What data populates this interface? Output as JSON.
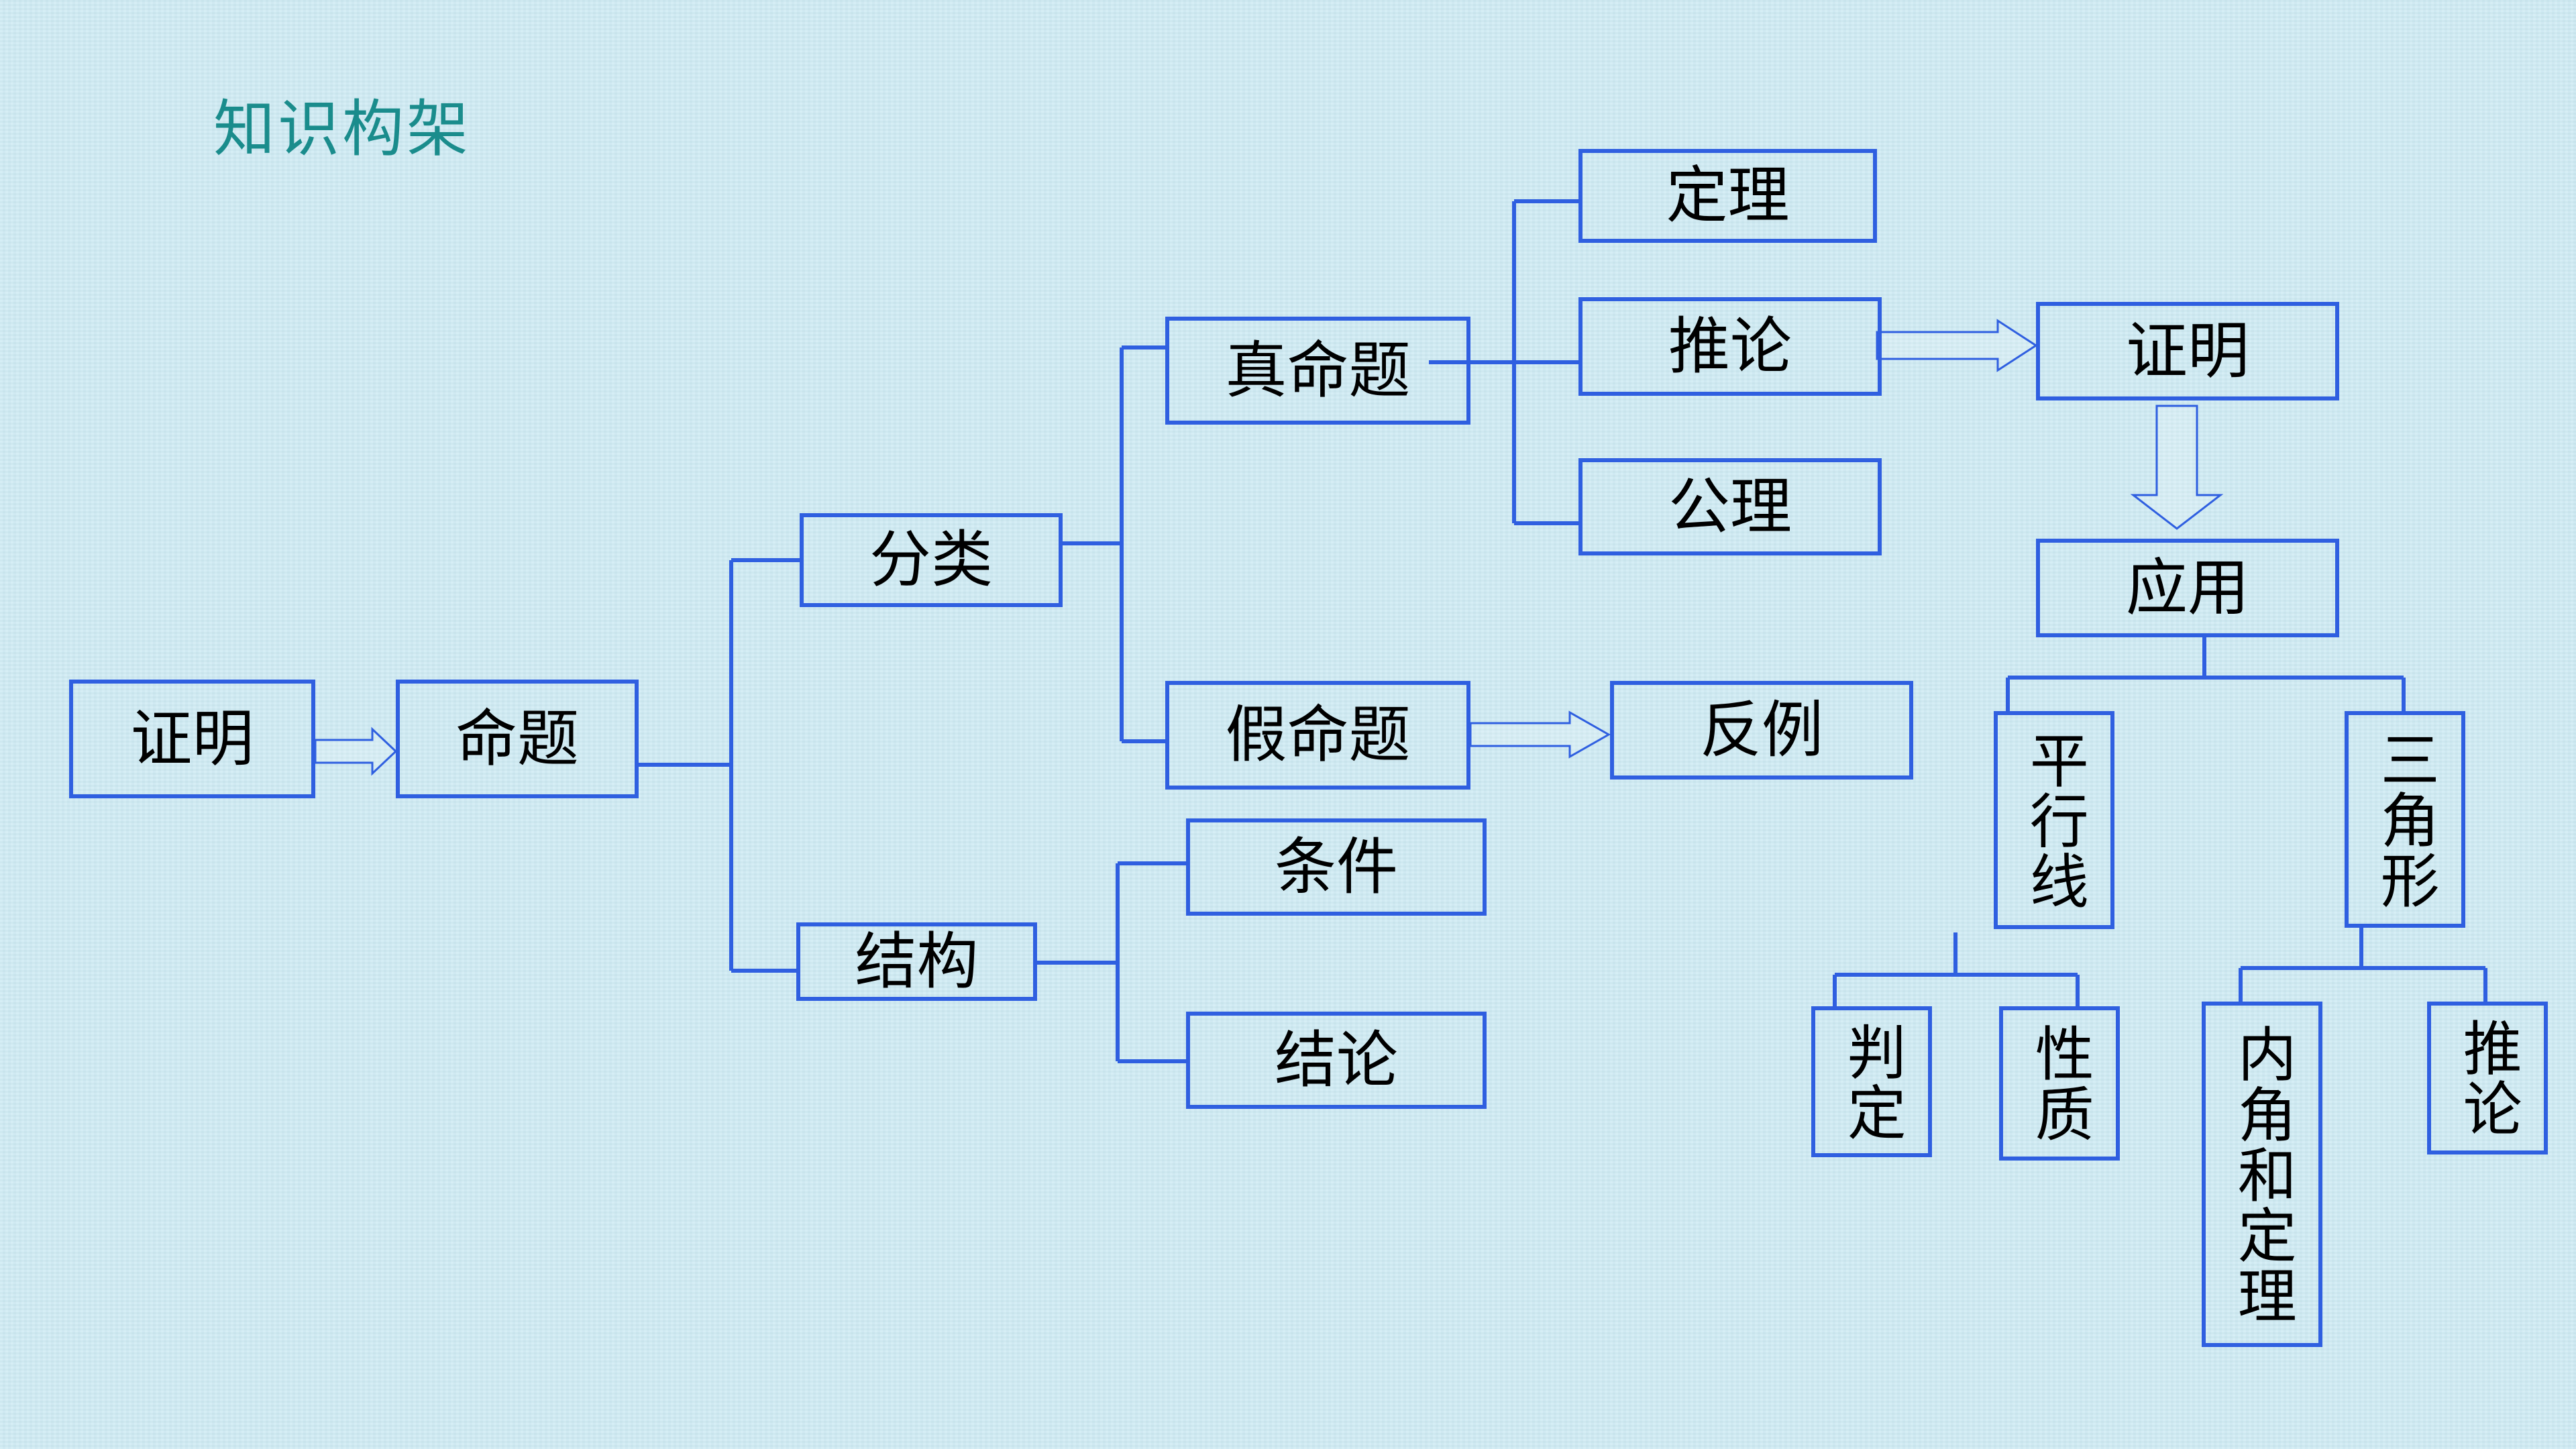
{
  "title": "知识构架",
  "nodes": {
    "proof_root": "证明",
    "proposition": "命题",
    "classification": "分类",
    "structure": "结构",
    "true_prop": "真命题",
    "false_prop": "假命题",
    "condition": "条件",
    "conclusion": "结论",
    "theorem": "定理",
    "corollary": "推论",
    "axiom": "公理",
    "counterexample": "反例",
    "proof": "证明",
    "application": "应用",
    "parallel_lines": "平行线",
    "triangle": "三角形",
    "criteria": "判定",
    "properties": "性质",
    "angle_sum_theorem": "内角和定理",
    "tri_corollary": "推论"
  },
  "colors": {
    "line": "#2f5fe0",
    "title": "#1a8c8c"
  }
}
